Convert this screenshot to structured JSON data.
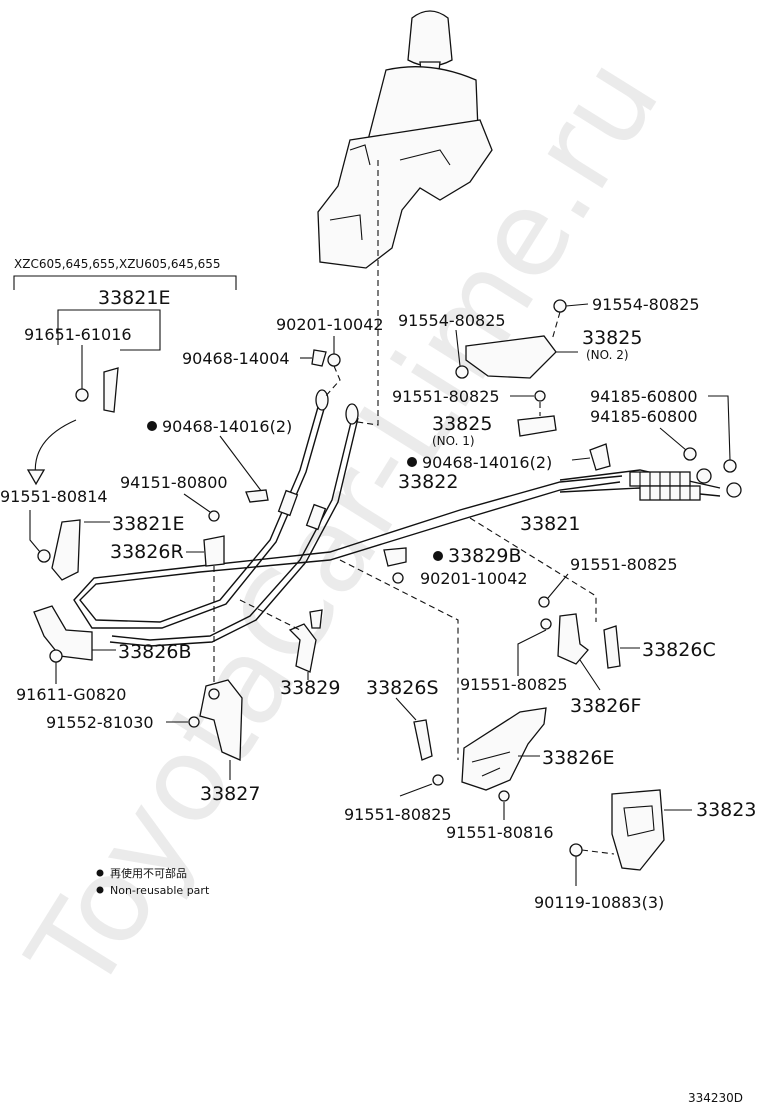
{
  "watermark": "ToyotaCar-Lime.ru",
  "variant_header": "XZC605,645,655,XZU605,645,655",
  "labels": {
    "p_33821E_top": "33821E",
    "p_91651_61016": "91651-61016",
    "p_90201_10042_top": "90201-10042",
    "p_90468_14004": "90468-14004",
    "p_90468_14016_left": "90468-14016(2)",
    "p_91554_80825_mid": "91554-80825",
    "p_91554_80825_right": "91554-80825",
    "p_33825_no2": "33825",
    "p_33825_no2_sub": "(NO. 2)",
    "p_91551_80825_top": "91551-80825",
    "p_94185_60800_a": "94185-60800",
    "p_94185_60800_b": "94185-60800",
    "p_33825_no1": "33825",
    "p_33825_no1_sub": "(NO. 1)",
    "p_90468_14016_right": "90468-14016(2)",
    "p_33822": "33822",
    "p_91551_80814": "91551-80814",
    "p_94151_80800": "94151-80800",
    "p_33821": "33821",
    "p_33821E_mid": "33821E",
    "p_33826R": "33826R",
    "p_33829B": "33829B",
    "p_90201_10042_mid": "90201-10042",
    "p_91551_80825_right": "91551-80825",
    "p_33826B": "33826B",
    "p_33826C": "33826C",
    "p_91611_G0820": "91611-G0820",
    "p_33829": "33829",
    "p_33826S": "33826S",
    "p_91551_80825_mid": "91551-80825",
    "p_91552_81030": "91552-81030",
    "p_33826F": "33826F",
    "p_33826E": "33826E",
    "p_33827": "33827",
    "p_91551_80825_bottom": "91551-80825",
    "p_33823": "33823",
    "p_91551_80816": "91551-80816",
    "p_90119_10883": "90119-10883(3)"
  },
  "legend": {
    "jp": "再使用不可部品",
    "en": "Non-reusable part"
  },
  "figure_id": "334230D"
}
